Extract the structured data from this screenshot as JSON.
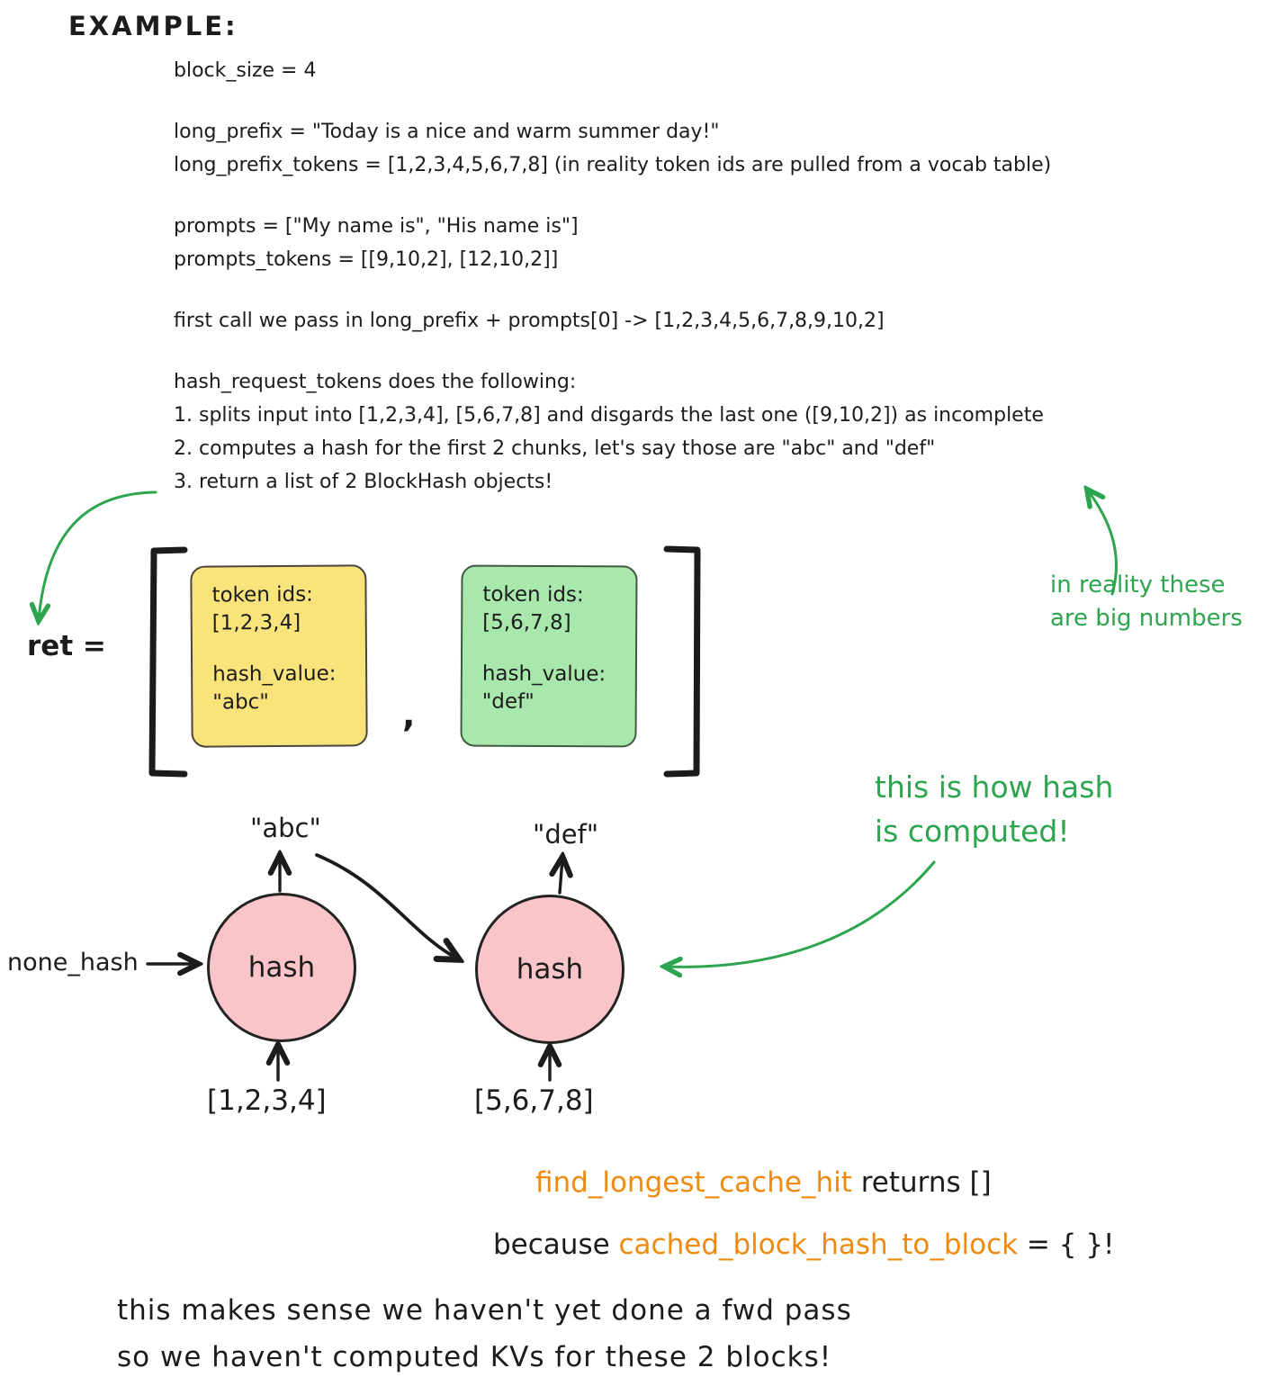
{
  "colors": {
    "ink": "#1c1c1c",
    "green_annotation": "#2da44e",
    "orange_code": "#ee8a0e",
    "yellow_block": "#f9e47c",
    "green_block": "#a9e8ad",
    "pink_node": "#f9c5c8"
  },
  "title": "EXAMPLE:",
  "code": {
    "lines": [
      "block_size = 4",
      "long_prefix = \"Today is a nice and warm summer day!\"",
      "long_prefix_tokens = [1,2,3,4,5,6,7,8] (in reality token ids are pulled from a vocab table)",
      "prompts = [\"My name is\", \"His name is\"]",
      "prompts_tokens = [[9,10,2], [12,10,2]]",
      "first call we pass in long_prefix + prompts[0] -> [1,2,3,4,5,6,7,8,9,10,2]",
      "hash_request_tokens does the following:",
      "1. splits input into [1,2,3,4], [5,6,7,8] and disgards the last one ([9,10,2]) as incomplete",
      "2. computes a hash for the first 2 chunks, let's say those are \"abc\" and \"def\"",
      "3. return a list of 2 BlockHash objects!"
    ]
  },
  "ret": {
    "label": "ret =",
    "comma": ",",
    "blocks": [
      {
        "field1": "token ids:",
        "value1": "[1,2,3,4]",
        "field2": "hash_value:",
        "value2": "\"abc\""
      },
      {
        "field1": "token ids:",
        "value1": "[5,6,7,8]",
        "field2": "hash_value:",
        "value2": "\"def\""
      }
    ]
  },
  "annotations": {
    "big_numbers_line1": "in reality these",
    "big_numbers_line2": "are big numbers",
    "how_hash_line1": "this is how hash",
    "how_hash_line2": "is computed!"
  },
  "hash_diagram": {
    "none_hash": "none_hash",
    "hash_label": "hash",
    "out1": "\"abc\"",
    "out2": "\"def\"",
    "in1": "[1,2,3,4]",
    "in2": "[5,6,7,8]"
  },
  "cache": {
    "fn": "find_longest_cache_hit",
    "returns": " returns []",
    "because": "because  ",
    "map": "cached_block_hash_to_block",
    "empty": " = { }!"
  },
  "footer": {
    "line1": "this makes sense we haven't yet done a fwd pass",
    "line2": "so we haven't computed KVs for these 2 blocks!"
  }
}
